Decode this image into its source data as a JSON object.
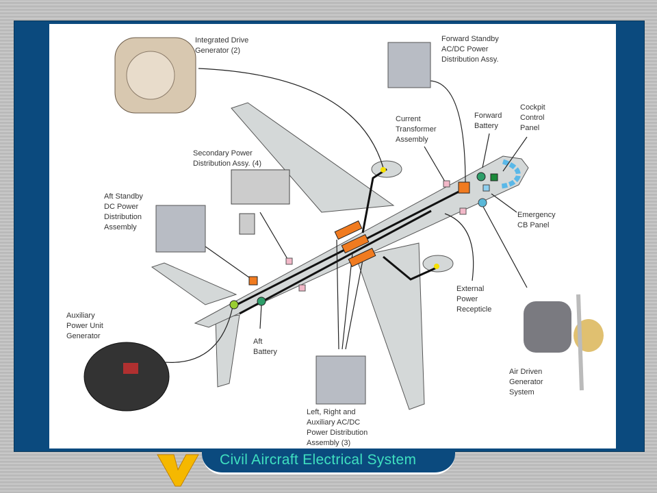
{
  "slide_title": "Civil Aircraft Electrical System",
  "labels": {
    "idg": "Integrated Drive\nGenerator (2)",
    "fwd_standby": "Forward Standby\nAC/DC Power\nDistribution Assy.",
    "current_transformer": "Current\nTransformer\nAssembly",
    "fwd_battery": "Forward\nBattery",
    "cockpit_panel": "Cockpit\nControl\nPanel",
    "secondary_power": "Secondary Power\nDistribution Assy. (4)",
    "aft_standby": "Aft Standby\nDC Power\nDistribution\nAssembly",
    "emergency_cb": "Emergency\nCB Panel",
    "external_power": "External\nPower\nRecepticle",
    "apu_gen": "Auxiliary\nPower Unit\nGenerator",
    "aft_battery": "Aft\nBattery",
    "air_driven": "Air Driven\nGenerator\nSystem",
    "main_dist": "Left, Right and\nAuxiliary AC/DC\nPower Distribution\nAssembly (3)"
  },
  "colors": {
    "frame": "#0b4a7e",
    "title_text": "#3fe0c0",
    "distribution_box": "#f07b20",
    "battery": "#2e9e6a",
    "cb_panel": "#8fd0f0",
    "logo": "#f5b800"
  }
}
